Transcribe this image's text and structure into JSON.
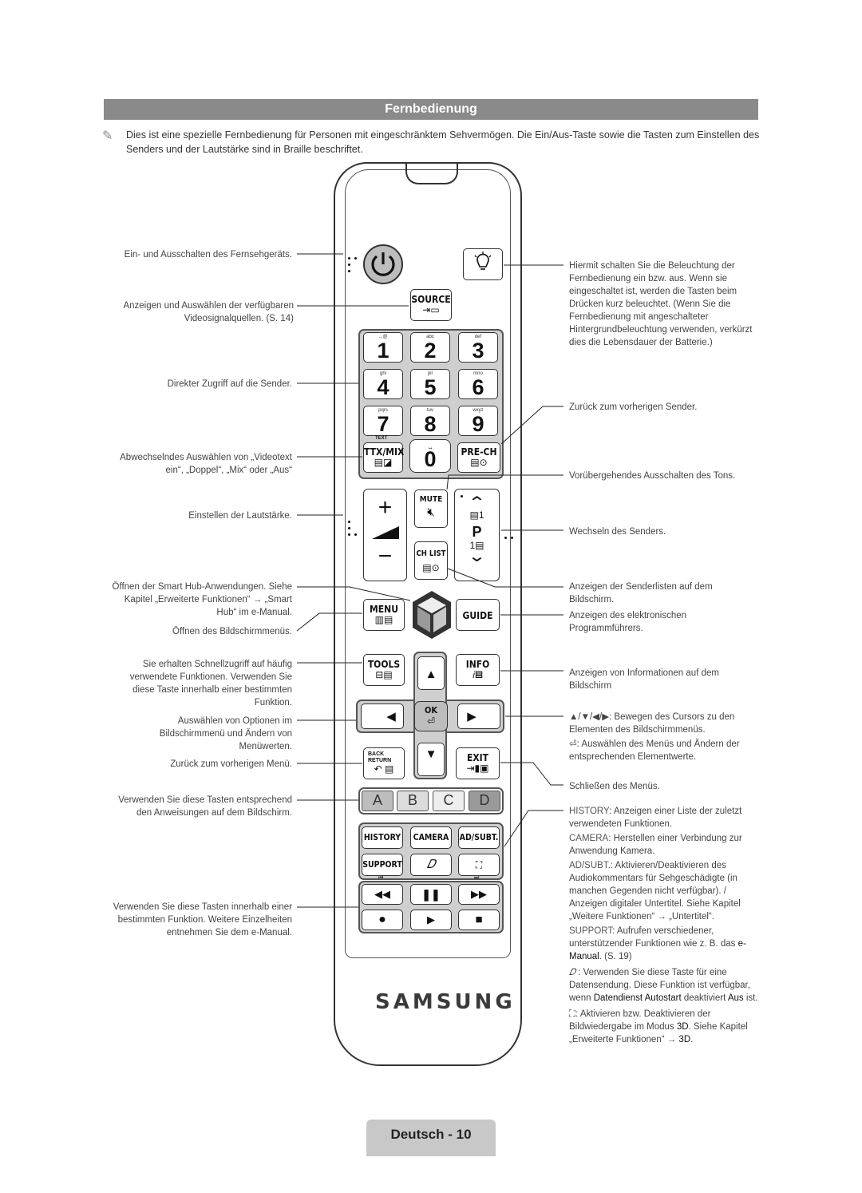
{
  "header": {
    "title": "Fernbedienung"
  },
  "intro": {
    "icon": "note-pencil-icon",
    "text": "Dies ist eine spezielle Fernbedienung für Personen mit eingeschränktem Sehvermögen. Die Ein/Aus-Taste sowie die Tasten zum Einstellen des Senders und der Lautstärke sind in Braille beschriftet."
  },
  "left_labels": {
    "power": "Ein- und Ausschalten des Fernsehgeräts.",
    "source": "Anzeigen und Auswählen der verfügbaren Videosignalquellen. (S. 14)",
    "numbers": "Direkter Zugriff auf die Sender.",
    "ttx": "Abwechselndes Auswählen von „Videotext ein“, „Doppel“, „Mix“ oder „Aus“",
    "volume": "Einstellen der Lautstärke.",
    "smarthub": "Öffnen der Smart Hub-Anwendungen. Siehe Kapitel „Erweiterte Funktionen“ → „Smart Hub“ im e-Manual.",
    "menu": "Öffnen des Bildschirmmenüs.",
    "tools": "Sie erhalten Schnellzugriff auf häufig verwendete Funktionen. Verwenden Sie diese Taste innerhalb einer bestimmten Funktion.",
    "ok": "Auswählen von Optionen im Bildschirmmenü und Ändern von Menüwerten.",
    "back": "Zurück zum vorherigen Menü.",
    "colors": "Verwenden Sie diese Tasten entsprechend den Anweisungen auf dem Bildschirm.",
    "media": "Verwenden Sie diese Tasten innerhalb einer bestimmten Funktion. Weitere Einzelheiten entnehmen Sie dem e-Manual."
  },
  "right_labels": {
    "light": "Hiermit schalten Sie die Beleuchtung der Fernbedienung ein bzw. aus. Wenn sie eingeschaltet ist, werden die Tasten beim Drücken kurz beleuchtet. (Wenn Sie die Fernbedienung mit angeschalteter Hintergrundbeleuchtung verwenden, verkürzt dies die Lebensdauer der Batterie.)",
    "prech": "Zurück zum vorherigen Sender.",
    "mute": "Vorübergehendes Ausschalten des Tons.",
    "channel": "Wechseln des Senders.",
    "chlist": "Anzeigen der Senderlisten auf dem Bildschirm.",
    "guide": "Anzeigen des elektronischen Programmführers.",
    "info": "Anzeigen von Informationen auf dem Bildschirm",
    "arrows": "▲/▼/◀/▶: Bewegen des Cursors zu den Elementen des Bildschirmmenüs.",
    "enter": ": Auswählen des Menüs und Ändern der entsprechenden Elementwerte.",
    "exit": "Schließen des Menüs.",
    "history_key": "HISTORY",
    "history": ": Anzeigen einer Liste der zuletzt verwendeten Funktionen.",
    "camera_key": "CAMERA",
    "camera": ": Herstellen einer Verbindung zur Anwendung Kamera.",
    "adsubt_key": "AD/SUBT.",
    "adsubt": ": Aktivieren/Deaktivieren des Audiokommentars für Sehgeschädigte (in manchen Gegenden nicht verfügbar). / Anzeigen digitaler Untertitel. Siehe Kapitel „Weitere Funktionen“ → „Untertitel“.",
    "support_key": "SUPPORT",
    "support": ": Aufrufen verschiedener, unterstützender Funktionen wie z. B. das",
    "support_manual": "e-Manual",
    "support_page": ". (S. 19)",
    "data_a": " : Verwenden Sie diese Taste für eine Datensendung. Diese Funktion ist verfügbar, wenn ",
    "data_b": "Datendienst Autostart",
    "data_c": " deaktiviert",
    "data_d": "Aus",
    "data_e": " ist.",
    "three_d_a": ": Aktivieren bzw. Deaktivieren der Bildwiedergabe im Modus ",
    "three_d_b": "3D",
    "three_d_c": ". Siehe Kapitel „Erweiterte Funktionen“ → ",
    "three_d_d": "3D",
    "three_d_e": "."
  },
  "remote": {
    "source": "SOURCE",
    "keys": [
      {
        "n": "1",
        "s": ".,;@"
      },
      {
        "n": "2",
        "s": "abc"
      },
      {
        "n": "3",
        "s": "def"
      },
      {
        "n": "4",
        "s": "ghi"
      },
      {
        "n": "5",
        "s": "jkl"
      },
      {
        "n": "6",
        "s": "mno"
      },
      {
        "n": "7",
        "s": "pqrs"
      },
      {
        "n": "8",
        "s": "tuv"
      },
      {
        "n": "9",
        "s": "wxyz"
      }
    ],
    "text_small": "TEXT",
    "ttx": "TTX/MIX",
    "zero": "0",
    "prech": "PRE-CH",
    "mute": "MUTE",
    "p": "P",
    "chlist": "CH LIST",
    "menu": "MENU",
    "guide": "GUIDE",
    "tools": "TOOLS",
    "info": "INFO",
    "ok": "OK",
    "back1": "BACK",
    "back2": "RETURN",
    "exit": "EXIT",
    "a": "A",
    "b": "B",
    "c": "C",
    "d": "D",
    "history": "HISTORY",
    "camera": "CAMERA",
    "adsubt": "AD/SUBT.",
    "support": "SUPPORT",
    "brand": "SAMSUNG"
  },
  "footer": {
    "page": "Deutsch - 10"
  }
}
